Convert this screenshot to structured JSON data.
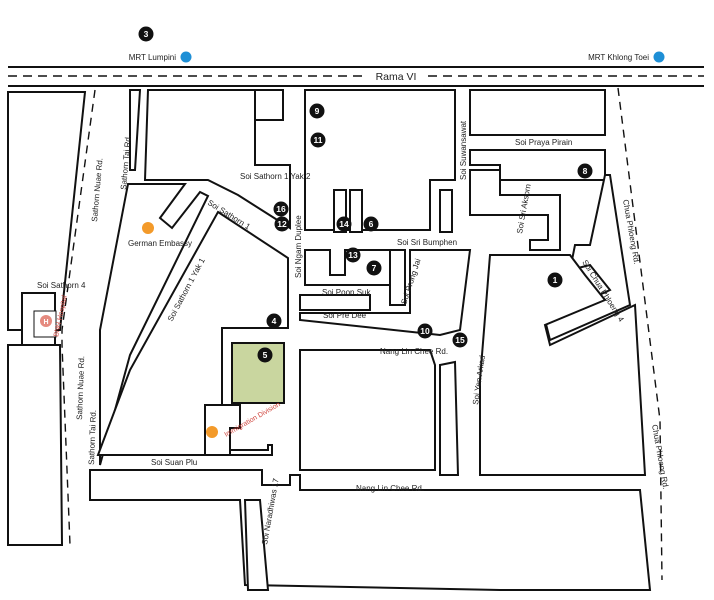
{
  "colors": {
    "mrt": "#1e8fd6",
    "poi": "#f39a2a",
    "hospital": "#e58a7f",
    "park": "#c9d69f",
    "marker": "#111111",
    "label_red": "#d0473f"
  },
  "roads": {
    "rama_vi": "Rama VI",
    "soi_praya_pirain": "Soi Praya Pirain",
    "soi_sathorn_1_yak_2": "Soi Sathorn 1 Yak 2",
    "soi_sathorn_1": "Soi Sathorn 1",
    "soi_ngam_duplee": "Soi Ngam Duplee",
    "soi_suwansawat": "Soi Suwansawat",
    "soi_sri_aksorn": "Soi Sri Aksorn",
    "soi_sri_bumphen": "Soi Sri Bumphen",
    "soi_poon_suk": "Soi Poon Suk",
    "soi_prong_jai": "Soi Prong Jai",
    "soi_pre_dee": "Soi Pre Dee",
    "nang_lin_chee_rd_upper": "Nang Lin Chee Rd.",
    "nang_lin_chee_rd_lower": "Nang Lin Chee Rd.",
    "soi_yen_arkad": "Soi Yen Arkad",
    "soi_chua_phloeng_4": "Soi Chua Phloeng 4",
    "chua_phloeng_rd_upper": "Chua Phloeng Rd.",
    "chua_phloeng_rd_lower": "Chua Phloeng Rd.",
    "sathorn_nuae_rd_upper": "Sathorn Nuae Rd.",
    "sathorn_nuae_rd_lower": "Sathorn Nuae Rd.",
    "sathorn_tai_rd_upper": "Sathorn Tai Rd.",
    "sathorn_tai_rd_lower": "Sathorn Tai Rd.",
    "soi_sathorn_4": "Soi Sathorn 4",
    "soi_sathorn_1_yak_1": "Soi Sathorn 1 Yak 1",
    "soi_suan_plu": "Soi Suan Plu",
    "soi_naradhiwas_17": "Soi Naradhiwas 17"
  },
  "stations": {
    "mrt_lumpini": "MRT Lumpini",
    "mrt_khlong_toei": "MRT Khlong Toei"
  },
  "places": {
    "german_embassy": "German Embassy",
    "bnh_hospital": "BNH Hospital",
    "immigration_division": "Immigration Division",
    "hospital_symbol": "H"
  },
  "markers": {
    "m1": "1",
    "m3": "3",
    "m4": "4",
    "m5": "5",
    "m6": "6",
    "m7": "7",
    "m8": "8",
    "m9": "9",
    "m10": "10",
    "m11": "11",
    "m12": "12",
    "m13": "13",
    "m14": "14",
    "m15": "15",
    "m16": "16"
  }
}
